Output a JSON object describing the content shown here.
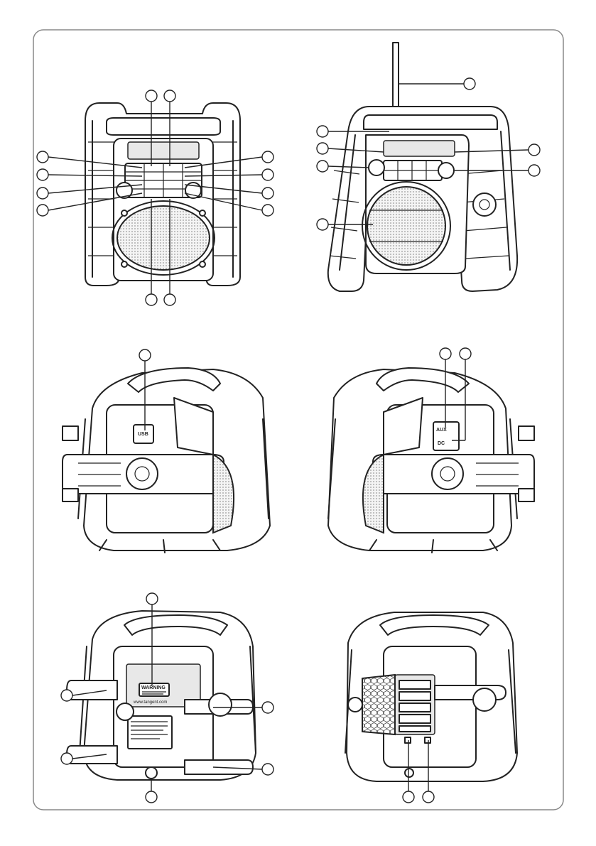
{
  "views": [
    {
      "name": "front-top-view"
    },
    {
      "name": "front-angled-view"
    },
    {
      "name": "left-side-view",
      "labels": [
        "USB"
      ]
    },
    {
      "name": "right-side-view",
      "labels": [
        "AUX",
        "DC"
      ]
    },
    {
      "name": "rear-view",
      "labels": [
        "WARNING",
        "www.tangent.com"
      ]
    },
    {
      "name": "rear-open-battery-view"
    }
  ],
  "colors": {
    "ink": "#222222",
    "background": "#ffffff",
    "frame": "#888888"
  }
}
